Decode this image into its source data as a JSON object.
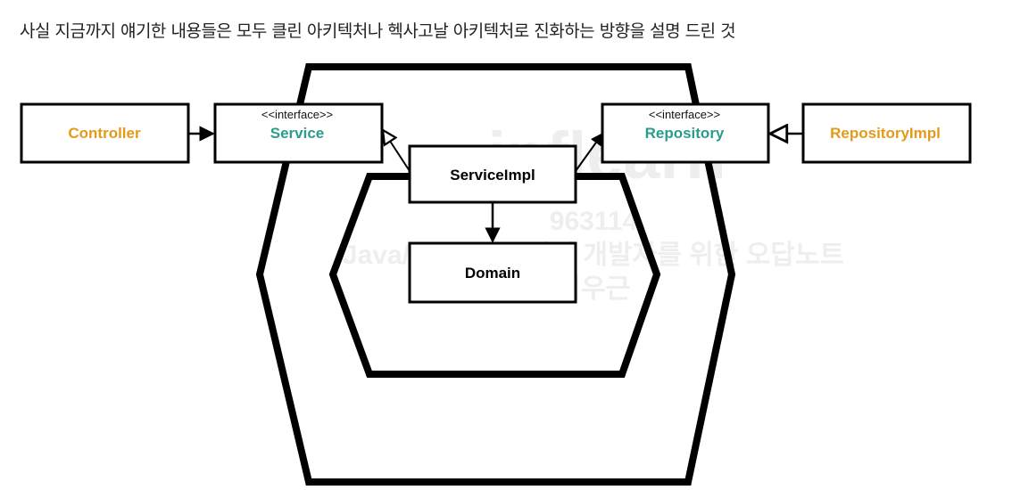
{
  "caption": "사실 지금까지 얘기한 내용들은 모두 클린 아키텍처나 헥사고날 아키텍처로 진화하는 방향을 설명 드린 것",
  "watermark": {
    "logo": "inflearn",
    "id": "963114",
    "course": "Java/Spring 주니어 개발자를 위한 오답노트",
    "author": "김우근"
  },
  "colors": {
    "orange": "#E39A1A",
    "teal": "#2A9D8A",
    "black": "#000000",
    "watermark": "#eeeeee"
  },
  "boxes": {
    "controller": {
      "label": "Controller"
    },
    "service": {
      "stereotype": "<<interface>>",
      "label": "Service"
    },
    "repository": {
      "stereotype": "<<interface>>",
      "label": "Repository"
    },
    "repository_impl": {
      "label": "RepositoryImpl"
    },
    "service_impl": {
      "label": "ServiceImpl"
    },
    "domain": {
      "label": "Domain"
    }
  }
}
